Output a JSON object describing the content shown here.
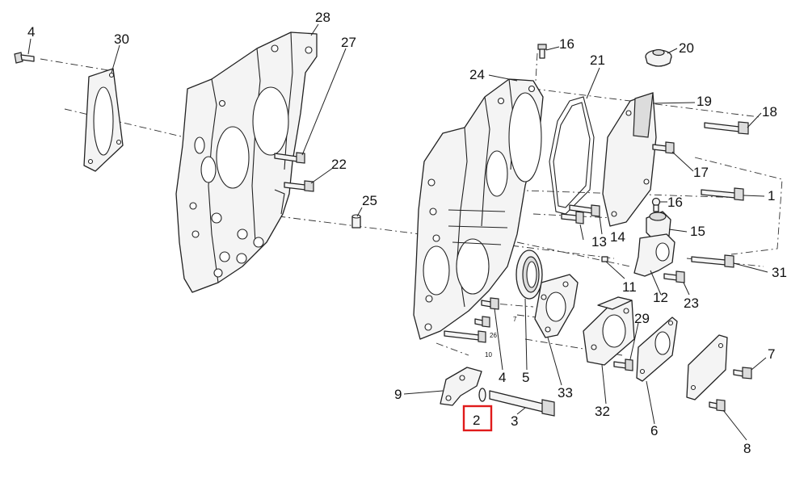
{
  "diagram": {
    "callouts": {
      "c1": "1",
      "c2": "2",
      "c3": "3",
      "c4a": "4",
      "c4b": "4",
      "c5": "5",
      "c6": "6",
      "c7a": "7",
      "c7b": "7",
      "c8": "8",
      "c9": "9",
      "c10": "10",
      "c11": "11",
      "c12": "12",
      "c13": "13",
      "c14": "14",
      "c15": "15",
      "c16a": "16",
      "c16b": "16",
      "c17": "17",
      "c18": "18",
      "c19": "19",
      "c20": "20",
      "c21": "21",
      "c22": "22",
      "c23": "23",
      "c24": "24",
      "c25": "25",
      "c26": "26",
      "c27": "27",
      "c28": "28",
      "c29": "29",
      "c30": "30",
      "c31": "31",
      "c32": "32",
      "c33": "33"
    },
    "highlighted_callout": "2",
    "highlight_color": "#e01b1b"
  }
}
